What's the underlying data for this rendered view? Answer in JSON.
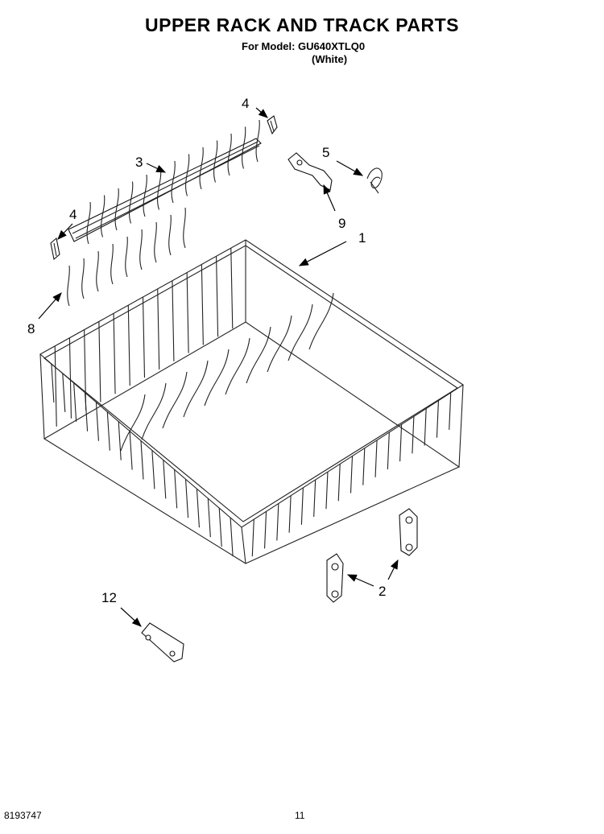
{
  "header": {
    "title": "UPPER RACK AND TRACK PARTS",
    "model_line": "For Model: GU640XTLQ0",
    "variant": "(White)"
  },
  "callouts": [
    {
      "id": "1",
      "label": "1"
    },
    {
      "id": "2",
      "label": "2"
    },
    {
      "id": "3",
      "label": "3"
    },
    {
      "id": "4a",
      "label": "4"
    },
    {
      "id": "4b",
      "label": "4"
    },
    {
      "id": "5",
      "label": "5"
    },
    {
      "id": "8",
      "label": "8"
    },
    {
      "id": "9",
      "label": "9"
    },
    {
      "id": "12",
      "label": "12"
    }
  ],
  "footer": {
    "doc_number": "8193747",
    "page_number": "11"
  }
}
